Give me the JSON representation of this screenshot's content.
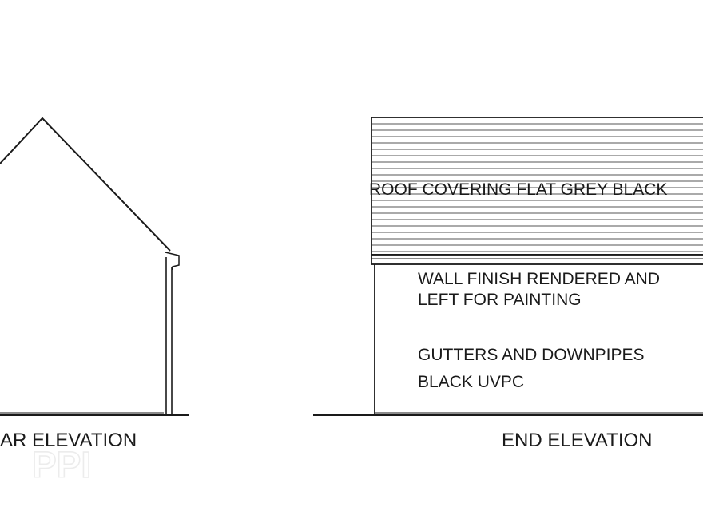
{
  "labels": {
    "rear_elevation": "AR ELEVATION",
    "end_elevation": "END ELEVATION",
    "roof_note": "ROOF COVERING FLAT GREY BLACK",
    "wall_note_line1": "WALL FINISH RENDERED AND",
    "wall_note_line2": "LEFT FOR PAINTING",
    "gutter_note_line1": "GUTTERS AND DOWNPIPES",
    "gutter_note_line2": "BLACK UVPC"
  },
  "watermark": {
    "text": "PPI"
  },
  "colors": {
    "line": "#1a1a1a",
    "roof_hatch": "#555555",
    "watermark": "#ececec",
    "background": "#ffffff"
  }
}
